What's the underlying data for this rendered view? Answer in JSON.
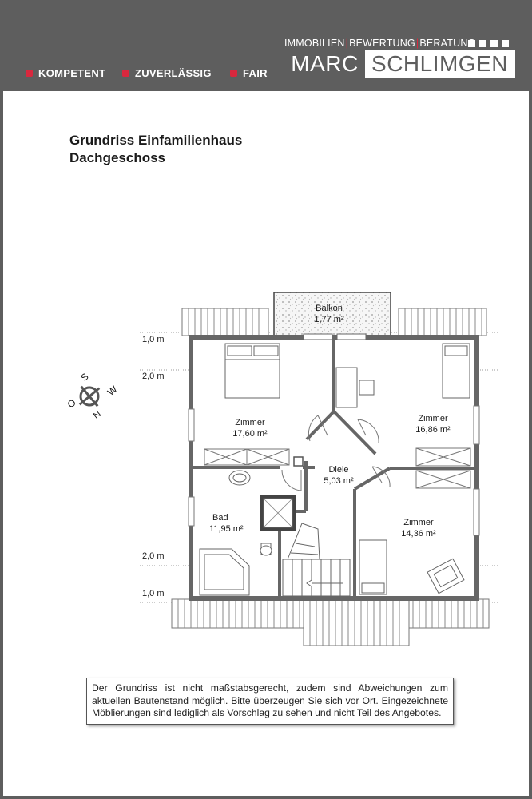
{
  "header": {
    "taglines": [
      "KOMPETENT",
      "ZUVERLÄSSIG",
      "FAIR"
    ],
    "brand_subline": [
      "IMMOBILIEN",
      "BEWERTUNG",
      "BERATUNG"
    ],
    "brand_first": "MARC",
    "brand_last": "SCHLIMGEN",
    "accent_color": "#d8283e",
    "bar_color": "#5e5e5e"
  },
  "title": {
    "line1": "Grundriss Einfamilienhaus",
    "line2": "Dachgeschoss"
  },
  "rooms": [
    {
      "id": "balkon",
      "name": "Balkon",
      "area": "1,77 m²"
    },
    {
      "id": "zimmer-1",
      "name": "Zimmer",
      "area": "17,60 m²"
    },
    {
      "id": "zimmer-2",
      "name": "Zimmer",
      "area": "16,86 m²"
    },
    {
      "id": "diele",
      "name": "Diele",
      "area": "5,03 m²"
    },
    {
      "id": "bad",
      "name": "Bad",
      "area": "11,95 m²"
    },
    {
      "id": "zimmer-3",
      "name": "Zimmer",
      "area": "14,36 m²"
    }
  ],
  "height_markers": [
    "1,0 m",
    "2,0 m",
    "2,0 m",
    "1,0 m"
  ],
  "compass": {
    "letters": [
      "S",
      "W",
      "N",
      "O"
    ],
    "icon": "compass-rose-icon"
  },
  "disclaimer": "Der Grundriss ist nicht maßstabsgerecht, zudem sind Abweichungen zum aktuellen Bautenstand möglich. Bitte überzeugen Sie sich vor Ort. Eingezeichnete Möblierungen sind lediglich als Vorschlag zu sehen und nicht Teil des Angebotes."
}
